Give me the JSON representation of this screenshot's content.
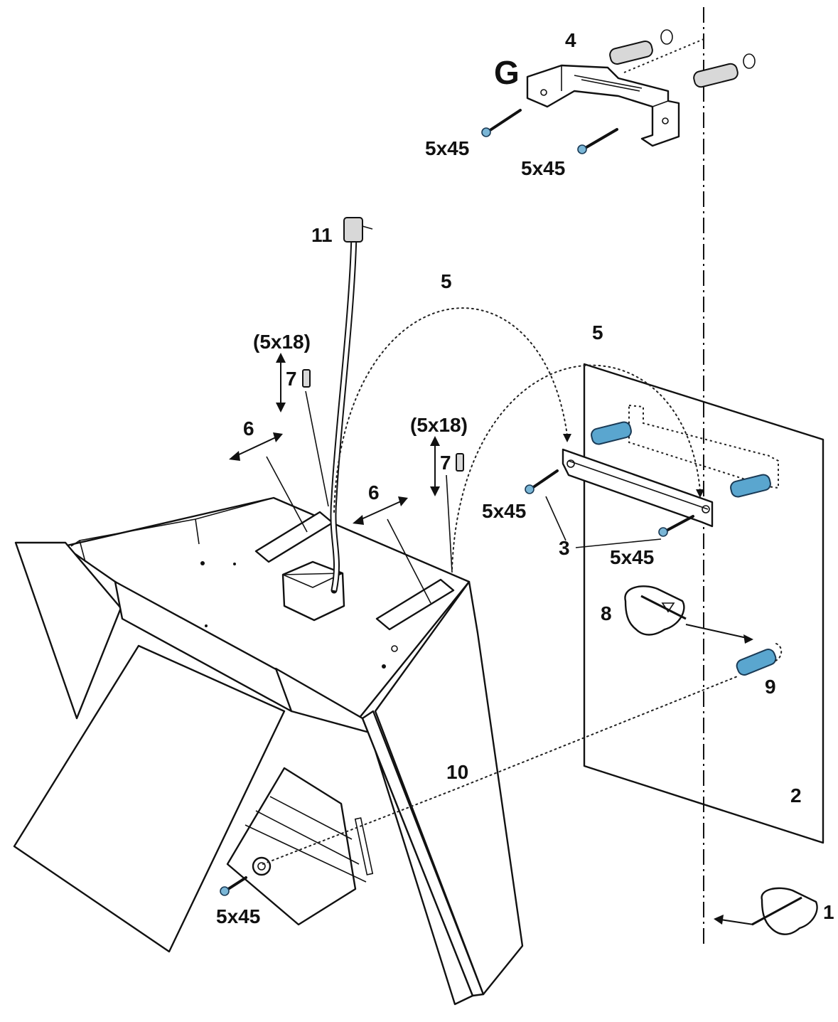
{
  "labels": {
    "group_letter": "G",
    "bracket": "4",
    "screw_top_left": "5x45",
    "screw_top_right": "5x45",
    "cable": "11",
    "arc_left": "5",
    "arc_right": "5",
    "screw_18_left": "(5x18)",
    "screw_18_right": "(5x18)",
    "spring_left": "7",
    "spring_right": "7",
    "slide_left": "6",
    "slide_right": "6",
    "screw_bracket_left": "5x45",
    "screw_bracket_right": "5x45",
    "bracket_ref": "3",
    "pencil_mark": "8",
    "plug": "9",
    "hole": "10",
    "wall": "2",
    "pencil_line": "1",
    "screw_bottom": "5x45"
  },
  "colors": {
    "line": "#111111",
    "dowel_blue": "#5aa6cf",
    "background": "#ffffff"
  }
}
